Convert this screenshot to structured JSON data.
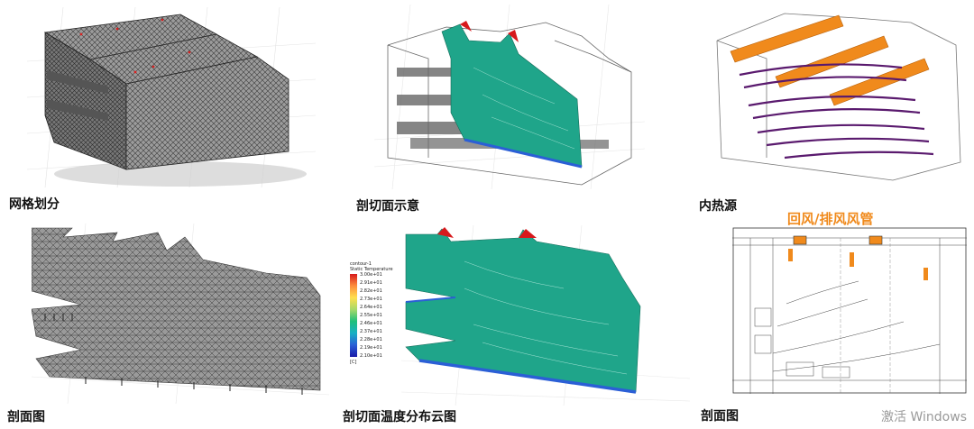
{
  "captions": {
    "mesh": "网格划分",
    "section_cut": "剖切面示意",
    "internal_heat": "内热源",
    "section_left": "剖面图",
    "temp_contour": "剖切面温度分布云图",
    "section_right": "剖面图"
  },
  "duct_title": "回风/排风风管",
  "legend": {
    "header_line1": "contour-1",
    "header_line2": "Static Temperature",
    "ticks": [
      "3.00e+01",
      "2.91e+01",
      "2.82e+01",
      "2.73e+01",
      "2.64e+01",
      "2.55e+01",
      "2.46e+01",
      "2.37e+01",
      "2.28e+01",
      "2.19e+01",
      "2.10e+01"
    ],
    "unit": "[C]"
  },
  "watermark": "激活 Windows",
  "colors": {
    "caption_text": "#111111",
    "duct_orange": "#f08a1c",
    "mesh_gray": "#8a8a8a",
    "seat_purple": "#5a1a6e",
    "contour_teal": "#1fa58a",
    "contour_hot": "#d7191c",
    "contour_cold": "#2b5fd6"
  }
}
